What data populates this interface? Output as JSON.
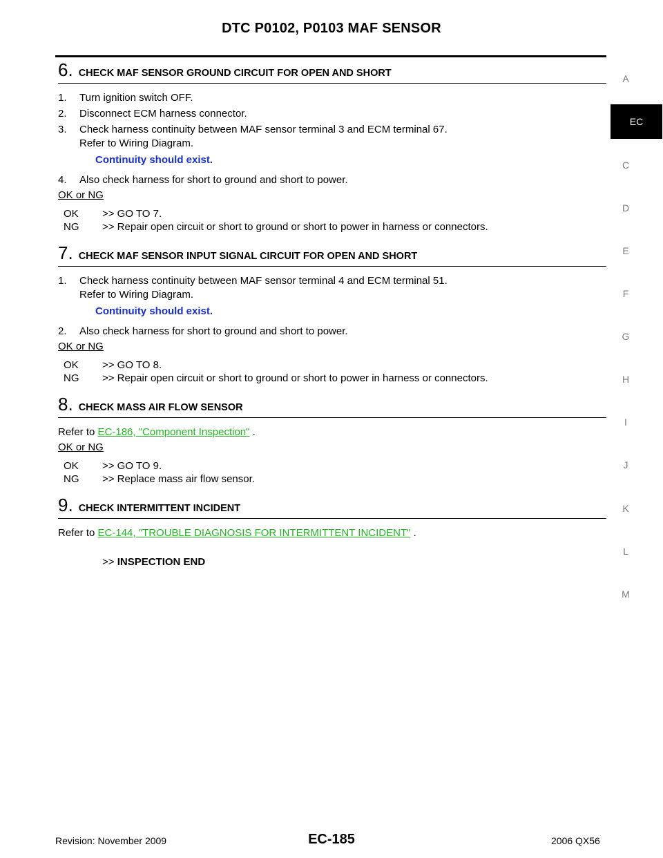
{
  "header": {
    "title": "DTC P0102, P0103 MAF SENSOR"
  },
  "side_index": [
    "A",
    "EC",
    "C",
    "D",
    "E",
    "F",
    "G",
    "H",
    "I",
    "J",
    "K",
    "L",
    "M"
  ],
  "steps": [
    {
      "number": "6.",
      "title": "CHECK MAF SENSOR GROUND CIRCUIT FOR OPEN AND SHORT",
      "items": [
        "Turn ignition switch OFF.",
        "Disconnect ECM harness connector.",
        "Check harness continuity between MAF sensor terminal 3 and ECM terminal 67.",
        "Also check harness for short to ground and short to power."
      ],
      "item_nums": [
        "1.",
        "2.",
        "3.",
        "4."
      ],
      "sub_note": "Refer to Wiring Diagram.",
      "spec": "Continuity should exist.",
      "ok_ng_title": "OK or NG",
      "results": [
        {
          "code": "OK",
          "text": ">> GO TO 7."
        },
        {
          "code": "NG",
          "text": ">> Repair open circuit or short to ground or short to power in harness or connectors."
        }
      ]
    },
    {
      "number": "7.",
      "title": "CHECK MAF SENSOR INPUT SIGNAL CIRCUIT FOR OPEN AND SHORT",
      "items": [
        "Check harness continuity between MAF sensor terminal 4 and ECM terminal 51.",
        "Also check harness for short to ground and short to power."
      ],
      "item_nums": [
        "1.",
        "2."
      ],
      "sub_note": "Refer to Wiring Diagram.",
      "spec": "Continuity should exist.",
      "ok_ng_title": "OK or NG",
      "results": [
        {
          "code": "OK",
          "text": ">> GO TO 8."
        },
        {
          "code": "NG",
          "text": ">> Repair open circuit or short to ground or short to power in harness or connectors."
        }
      ]
    },
    {
      "number": "8.",
      "title": "CHECK MASS AIR FLOW SENSOR",
      "refer_prefix": "Refer to ",
      "refer_link": "EC-186, \"Component Inspection\"",
      "refer_suffix": " .",
      "ok_ng_title": "OK or NG",
      "results": [
        {
          "code": "OK",
          "text": ">> GO TO 9."
        },
        {
          "code": "NG",
          "text": ">> Replace mass air flow sensor."
        }
      ]
    },
    {
      "number": "9.",
      "title": "CHECK INTERMITTENT INCIDENT",
      "refer_prefix": "Refer to ",
      "refer_link": "EC-144, \"TROUBLE DIAGNOSIS FOR INTERMITTENT INCIDENT\"",
      "refer_suffix": " .",
      "end_prefix": ">> ",
      "end_text": "INSPECTION END"
    }
  ],
  "footer": {
    "revision": "Revision: November 2009",
    "page": "EC-185",
    "model": "2006 QX56"
  }
}
